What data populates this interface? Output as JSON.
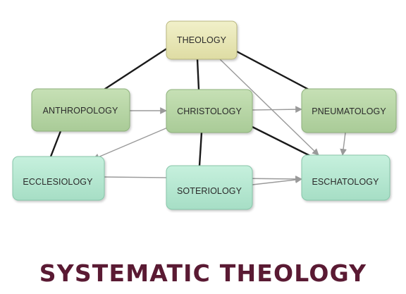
{
  "nodes": {
    "theology": "THEOLOGY",
    "anthropology": "ANTHROPOLOGY",
    "christology": "CHRISTOLOGY",
    "pneumatology": "PNEUMATOLOGY",
    "ecclesiology": "ECCLESIOLOGY",
    "soteriology": "SOTERIOLOGY",
    "eschatology": "ESCHATOLOGY"
  },
  "title": "SYSTEMATIC THEOLOGY",
  "colors": {
    "yellow_node": "#e6e5b3",
    "green_node": "#b5d4a4",
    "teal_node": "#b8e9d3",
    "thick_edge": "#1a1a1a",
    "thin_edge": "#9a9a9a",
    "title": "#5a1a33"
  }
}
